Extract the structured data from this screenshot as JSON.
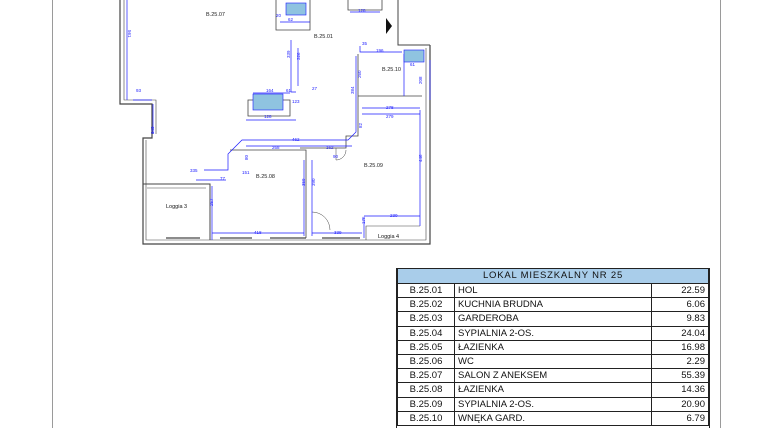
{
  "plan": {
    "rooms": [
      {
        "id": "room-b2507",
        "label": "B.25.07"
      },
      {
        "id": "room-b2501",
        "label": "B.25.01"
      },
      {
        "id": "room-b2510",
        "label": "B.25.10"
      },
      {
        "id": "room-b2508",
        "label": "B.25.08"
      },
      {
        "id": "room-b2509",
        "label": "B.25.09"
      }
    ],
    "loggias": [
      "Loggia 3",
      "Loggia 4"
    ],
    "dimensions": [
      "561",
      "20",
      "62",
      "128",
      "35",
      "196",
      "61",
      "260",
      "208",
      "384",
      "339",
      "326",
      "164",
      "123",
      "61",
      "27",
      "128",
      "93",
      "278",
      "279",
      "462",
      "162",
      "268",
      "82",
      "80",
      "343",
      "335",
      "77",
      "151",
      "359",
      "390",
      "446",
      "257",
      "418",
      "339",
      "230",
      "175",
      "90"
    ]
  },
  "table": {
    "title": "LOKAL MIESZKALNY NR 25",
    "rows": [
      {
        "code": "B.25.01",
        "name": "HOL",
        "area": "22.59"
      },
      {
        "code": "B.25.02",
        "name": "KUCHNIA BRUDNA",
        "area": "6.06"
      },
      {
        "code": "B.25.03",
        "name": "GARDEROBA",
        "area": "9.83"
      },
      {
        "code": "B.25.04",
        "name": "SYPIALNIA 2-OS.",
        "area": "24.04"
      },
      {
        "code": "B.25.05",
        "name": "ŁAZIENKA",
        "area": "16.98"
      },
      {
        "code": "B.25.06",
        "name": "WC",
        "area": "2.29"
      },
      {
        "code": "B.25.07",
        "name": "SALON Z ANEKSEM",
        "area": "55.39"
      },
      {
        "code": "B.25.08",
        "name": "ŁAZIENKA",
        "area": "14.36"
      },
      {
        "code": "B.25.09",
        "name": "SYPIALNIA 2-OS.",
        "area": "20.90"
      },
      {
        "code": "B.25.10",
        "name": "WNĘKA GARD.",
        "area": "6.79"
      }
    ]
  },
  "colors": {
    "dimension": "#1a1aff",
    "table_header": "#a9cdea",
    "fixture": "#8fc3e0",
    "wall": "#444444"
  }
}
